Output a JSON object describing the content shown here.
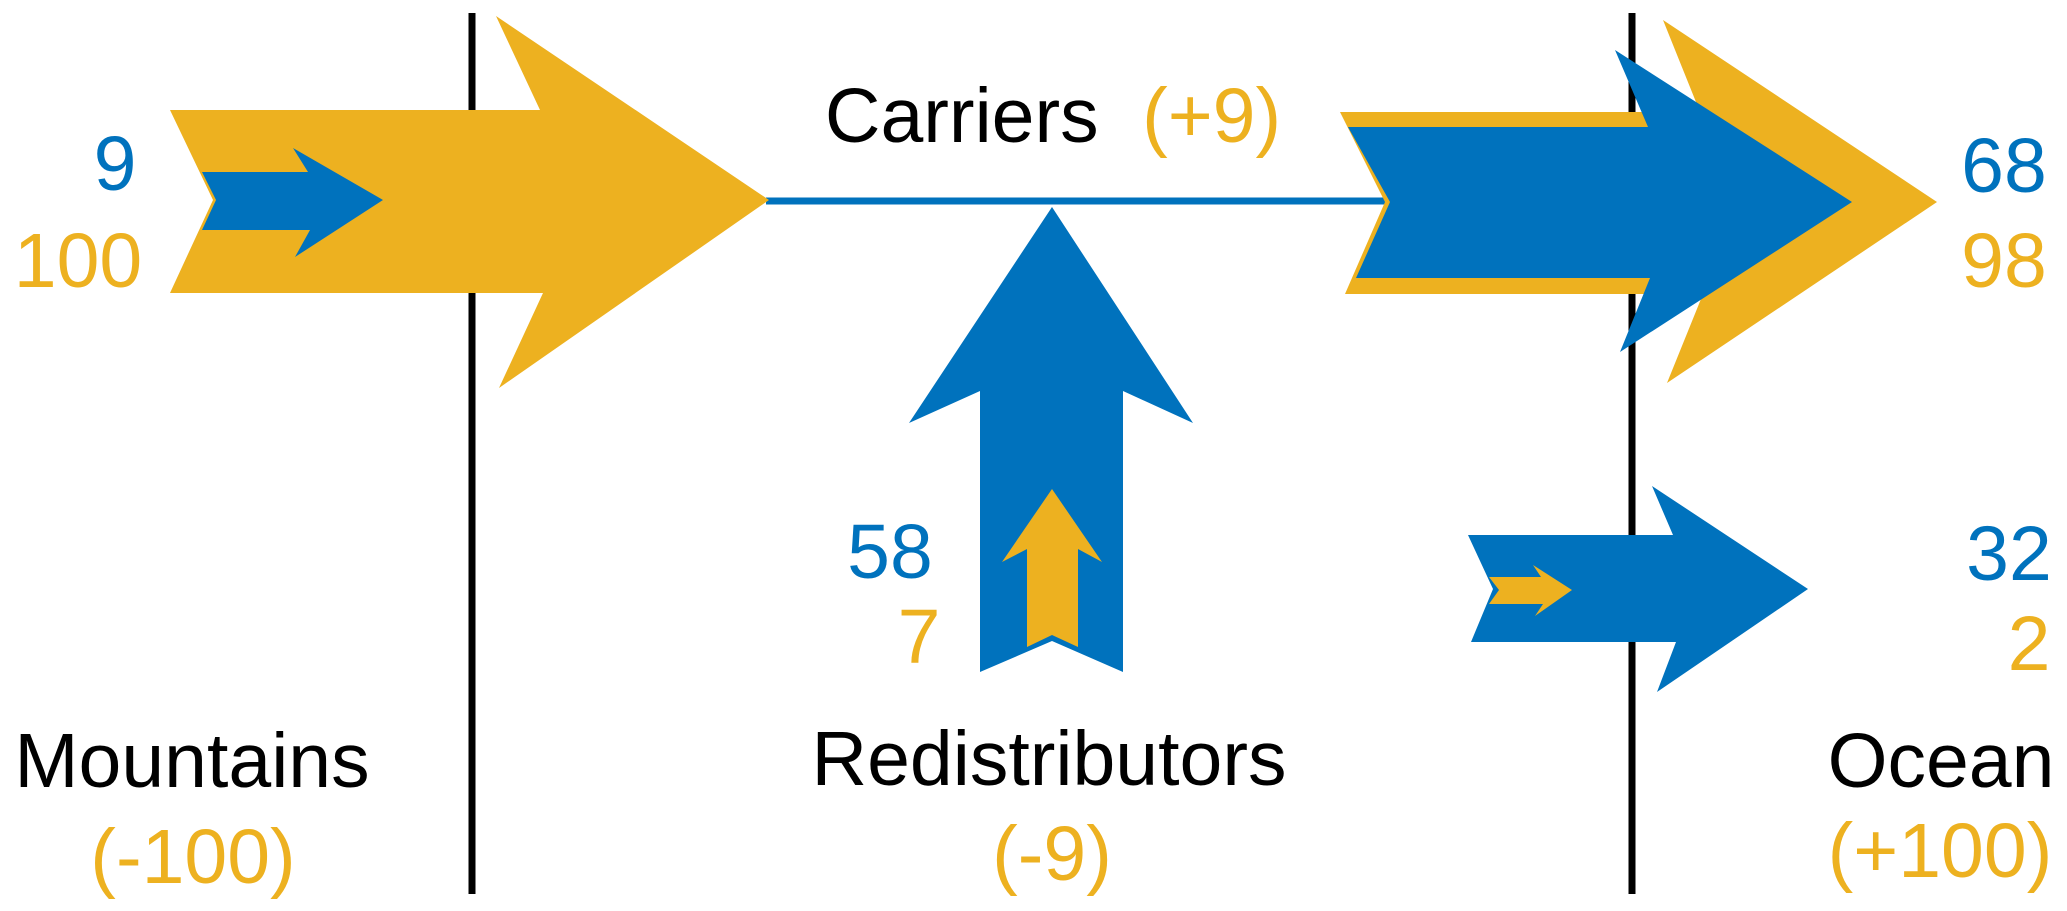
{
  "colors": {
    "blue": "#0072BD",
    "yellow": "#EDB120",
    "boundary_line": "#000000",
    "background": "#FFFFFF"
  },
  "nodes": {
    "mountains": {
      "label": "Mountains",
      "balance": "(-100)"
    },
    "carriers": {
      "label": "Carriers",
      "balance": "(+9)"
    },
    "redistributors": {
      "label": "Redistributors",
      "balance": "(-9)"
    },
    "ocean": {
      "label": "Ocean",
      "balance": "(+100)"
    }
  },
  "flows": {
    "mountains_to_carriers": {
      "blue": "9",
      "yellow": "100"
    },
    "redistributors_to_carriers": {
      "blue": "58",
      "yellow": "7"
    },
    "carriers_to_ocean": {
      "blue": "68",
      "yellow": "98"
    },
    "redistributors_to_ocean": {
      "blue": "32",
      "yellow": "2"
    }
  },
  "diagram": {
    "type": "flux-diagram",
    "description_visible": "Paired yellow/blue arrows crossing two vertical boundary lines",
    "boundaries": [
      "Mountains|Carriers",
      "Carriers|Ocean"
    ],
    "arrow_scaling": "arrow width proportional to sqrt(flux value)"
  }
}
